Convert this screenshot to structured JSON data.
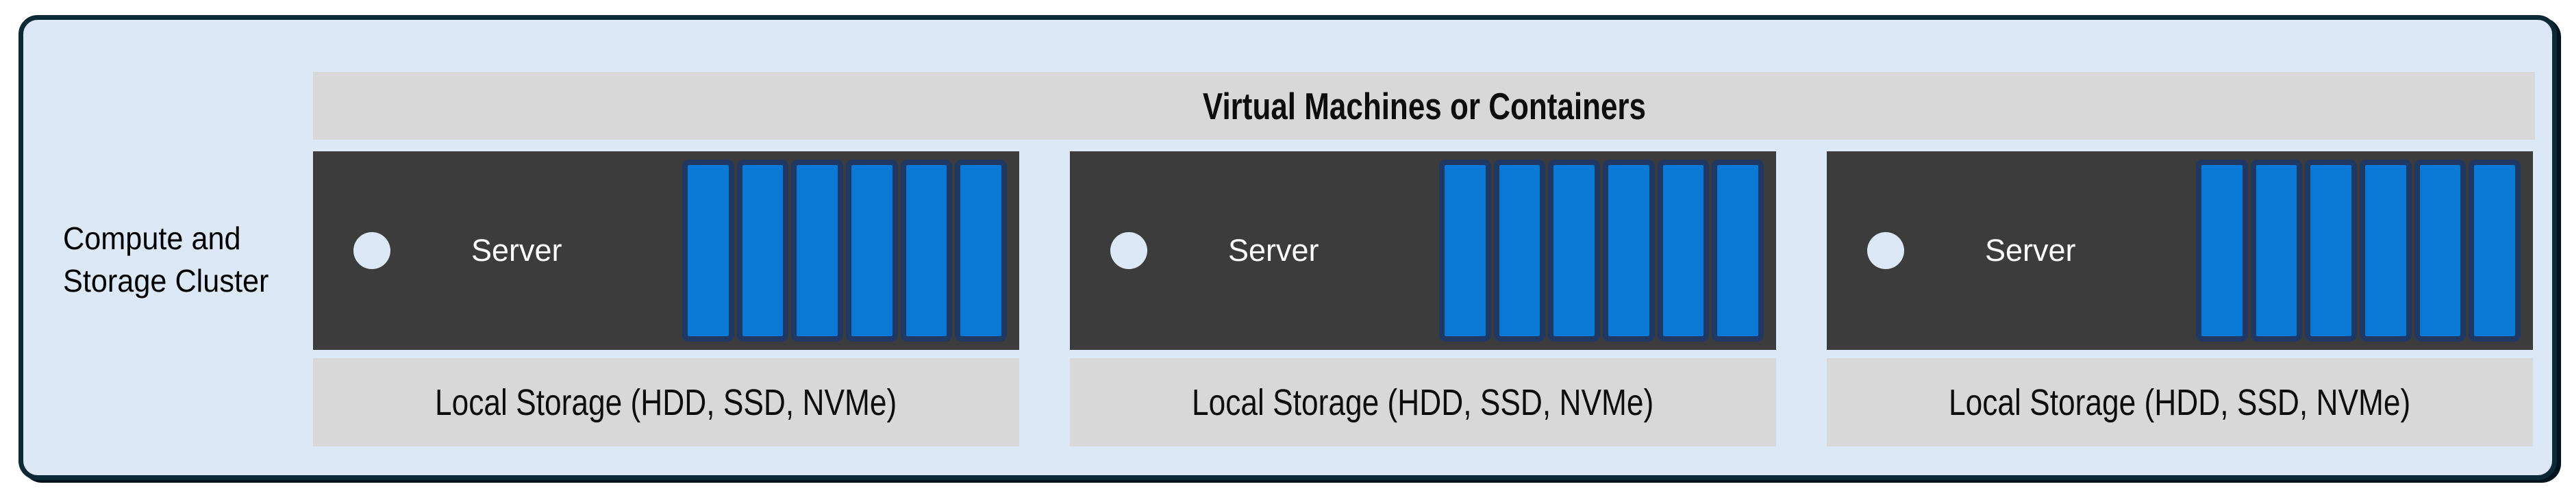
{
  "diagram": {
    "cluster_label": {
      "line1": "Compute and",
      "line2": "Storage Cluster"
    },
    "vm_header": "Virtual Machines or Containers",
    "columns": [
      {
        "server_label": "Server",
        "storage_label": "Local Storage (HDD, SSD, NVMe)",
        "disk_count": 6
      },
      {
        "server_label": "Server",
        "storage_label": "Local Storage (HDD, SSD, NVMe)",
        "disk_count": 6
      },
      {
        "server_label": "Server",
        "storage_label": "Local Storage (HDD, SSD, NVMe)",
        "disk_count": 6
      }
    ],
    "colors": {
      "cluster_fill": "#dce8f6",
      "cluster_border": "#0d2836",
      "panel_gray": "#d8d8d8",
      "server_dark": "#3c3c3c",
      "disk_blue": "#0a79d6",
      "disk_border": "#1f3864",
      "bullet": "#dce8f6",
      "server_text": "#ffffff",
      "label_text": "#000000"
    }
  }
}
